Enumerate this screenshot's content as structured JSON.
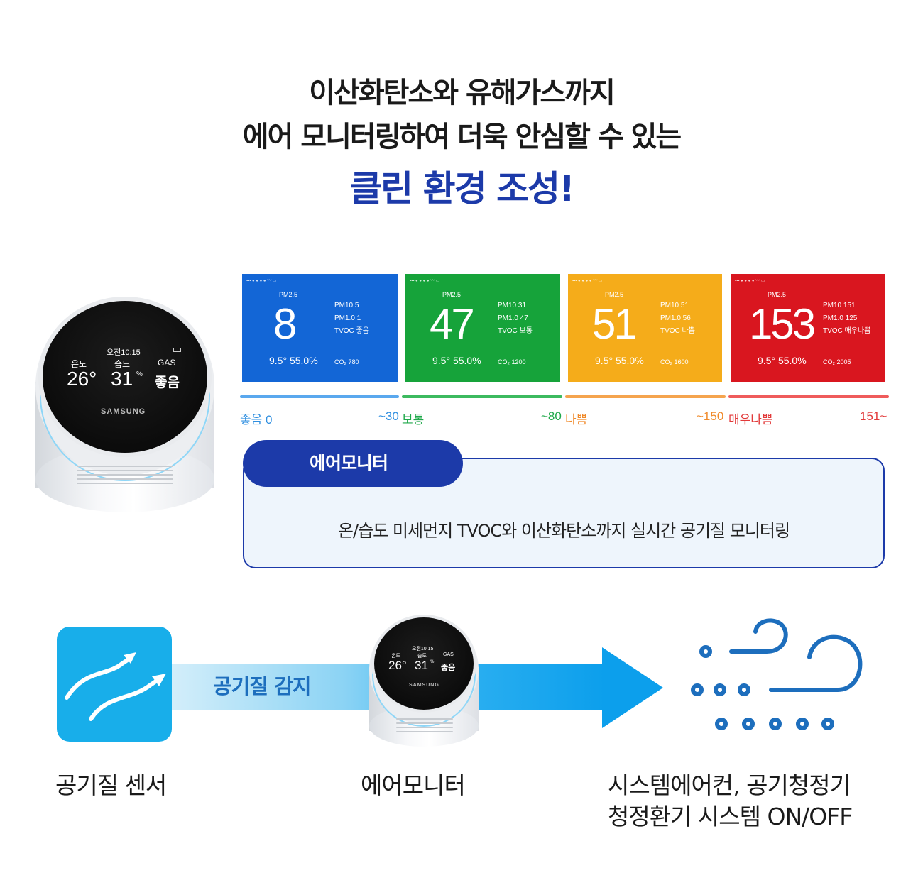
{
  "headline": {
    "line1": "이산화탄소와 유해가스까지",
    "line2": "에어 모니터링하여 더욱 안심할 수 있는",
    "line3": "클린 환경 조성!"
  },
  "device": {
    "time": "오전10:15",
    "labels": [
      "온도",
      "습도",
      "GAS"
    ],
    "temp": "26°",
    "humidity": "31",
    "humidity_unit": "%",
    "gas": "좋음",
    "brand": "SAMSUNG"
  },
  "panels": [
    {
      "color": "#1366d6",
      "pm25_label": "PM2.5",
      "value": "8",
      "pm10": "PM10 5",
      "pm1": "PM1.0 1",
      "tvoc": "TVOC 좋음",
      "bottom": "9.5° 55.0%",
      "co2": "CO₂ 780"
    },
    {
      "color": "#16a33a",
      "pm25_label": "PM2.5",
      "value": "47",
      "pm10": "PM10 31",
      "pm1": "PM1.0 47",
      "tvoc": "TVOC 보통",
      "bottom": "9.5° 55.0%",
      "co2": "CO₂ 1200"
    },
    {
      "color": "#f5ac1a",
      "pm25_label": "PM2.5",
      "value": "51",
      "pm10": "PM10 51",
      "pm1": "PM1.0 56",
      "tvoc": "TVOC 나쁨",
      "bottom": "9.5° 55.0%",
      "co2": "CO₂ 1600"
    },
    {
      "color": "#d9161f",
      "pm25_label": "PM2.5",
      "value": "153",
      "pm10": "PM10 151",
      "pm1": "PM1.0 125",
      "tvoc": "TVOC 매우나쁨",
      "bottom": "9.5° 55.0%",
      "co2": "CO₂ 2005"
    }
  ],
  "scale": {
    "good": "좋음 0",
    "to30": "~30",
    "normal": "보통",
    "to80": "~80",
    "bad": "나쁨",
    "to150": "~150",
    "very_bad": "매우나쁨",
    "over151": "151~",
    "colors": {
      "good": "#2f8fe0",
      "normal": "#1fa84a",
      "bad": "#f08a2a",
      "very_bad": "#e23a3a"
    }
  },
  "air_monitor": {
    "tab": "에어모니터",
    "desc": "온/습도 미세먼지 TVOC와 이산화탄소까지 실시간 공기질 모니터링"
  },
  "flow": {
    "detect": "공기질 감지",
    "cap_sensor": "공기질 센서",
    "cap_monitor": "에어모니터",
    "cap_output_1": "시스템에어컨, 공기청정기",
    "cap_output_2": "청정환기 시스템 ON/OFF"
  },
  "colors": {
    "brand_blue": "#1c3aa9",
    "accent_blue": "#18aeea"
  }
}
